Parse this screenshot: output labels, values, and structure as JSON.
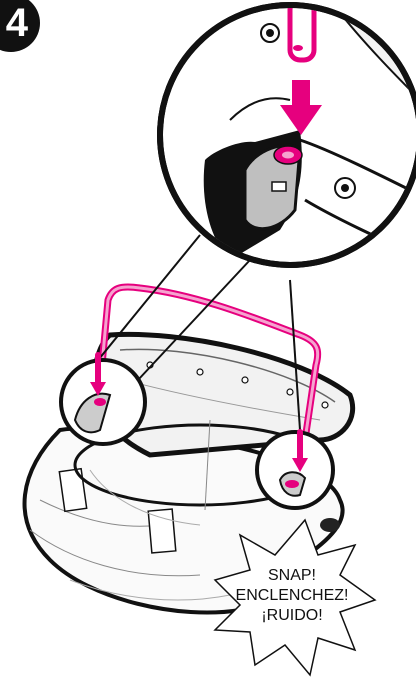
{
  "step": {
    "number": "4"
  },
  "callout": {
    "lines": [
      "SNAP!",
      "ENCLENCHEZ!",
      "¡RUIDO!"
    ]
  },
  "colors": {
    "accent": "#e6007e",
    "accent_light": "#f5a3cf",
    "ink": "#111111",
    "fabric": "#f4f4f4"
  },
  "icons": [
    "down-arrow-icon",
    "snap-burst-icon"
  ]
}
